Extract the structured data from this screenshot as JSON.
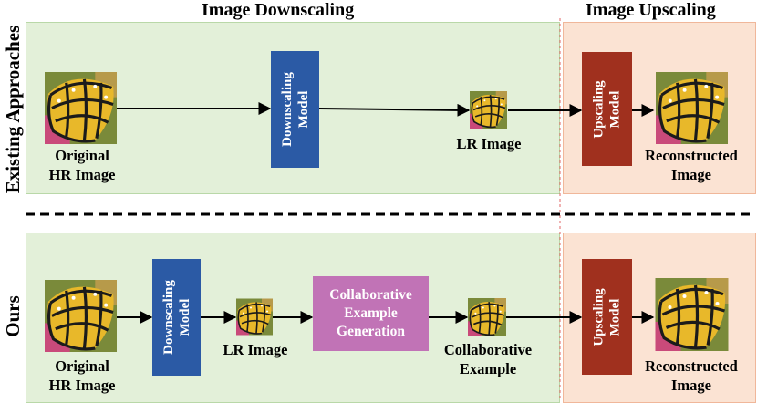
{
  "header": {
    "downscaling_title": "Image Downscaling",
    "upscaling_title": "Image Upscaling"
  },
  "rows": {
    "existing_label": "Existing Approaches",
    "ours_label": "Ours"
  },
  "existing": {
    "original_caption": "Original\nHR Image",
    "downscaling_model": "Downscaling\nModel",
    "lr_caption": "LR Image",
    "upscaling_model": "Upscaling\nModel",
    "reconstructed_caption": "Reconstructed\nImage"
  },
  "ours": {
    "original_caption": "Original\nHR Image",
    "downscaling_model": "Downscaling\nModel",
    "lr_caption": "LR Image",
    "collab_generation": "Collaborative\nExample\nGeneration",
    "collab_caption": "Collaborative\nExample",
    "upscaling_model": "Upscaling\nModel",
    "reconstructed_caption": "Reconstructed\nImage"
  },
  "colors": {
    "downscaling_panel": "#e3f0d9",
    "upscaling_panel": "#fbe3d3",
    "downscaling_model": "#2b5aa5",
    "upscaling_model": "#a0301e",
    "collab_generation": "#c173b6"
  }
}
